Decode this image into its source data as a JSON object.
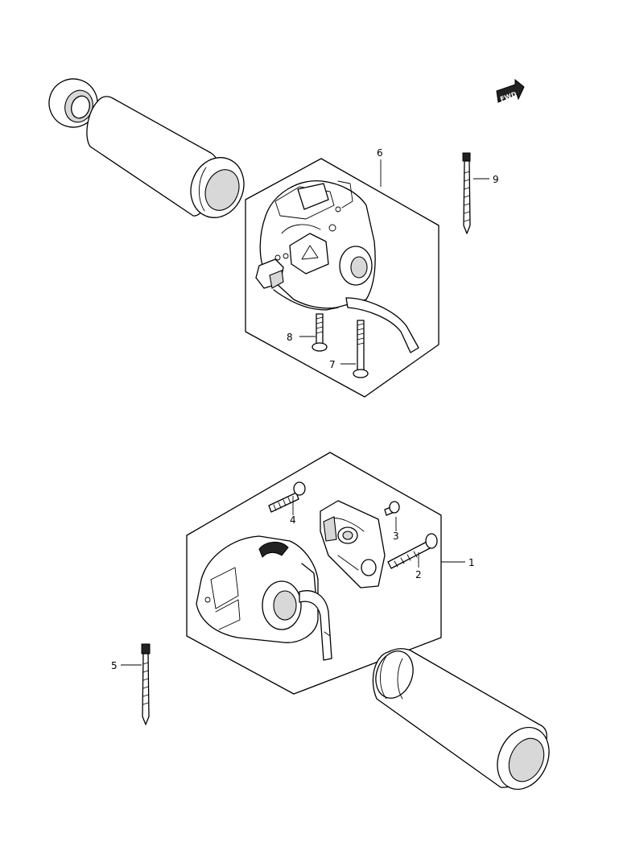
{
  "direction_badge": {
    "text": "FWD"
  },
  "callouts": [
    {
      "id": "1",
      "text": "1"
    },
    {
      "id": "2",
      "text": "2"
    },
    {
      "id": "3",
      "text": "3"
    },
    {
      "id": "4",
      "text": "4"
    },
    {
      "id": "5",
      "text": "5"
    },
    {
      "id": "6",
      "text": "6"
    },
    {
      "id": "7",
      "text": "7"
    },
    {
      "id": "8",
      "text": "8"
    },
    {
      "id": "9",
      "text": "9"
    }
  ]
}
